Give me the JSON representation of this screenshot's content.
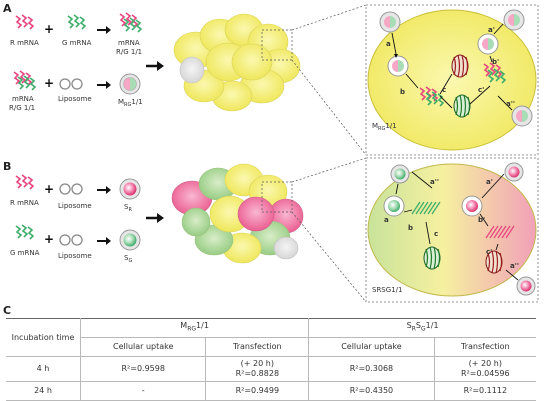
{
  "panels": {
    "A": {
      "letter": "A",
      "r_mrna": "R mRNA",
      "g_mrna": "G mRNA",
      "mix_line1": "mRNA",
      "mix_line2": "R/G 1/1",
      "mrna2_line1": "mRNA",
      "mrna2_line2": "R/G 1/1",
      "liposome": "Liposome",
      "product_main": "M",
      "product_sub": "RG",
      "product_tail": "1/1",
      "cell_main": "M",
      "cell_sub": "RG",
      "cell_tail": "1/1",
      "step_labels": [
        "a",
        "a'",
        "b",
        "b'",
        "a''",
        "c",
        "c'"
      ]
    },
    "B": {
      "letter": "B",
      "r_mrna": "R mRNA",
      "g_mrna": "G mRNA",
      "liposome_1": "Liposome",
      "liposome_2": "Liposome",
      "sr_main": "S",
      "sr_sub": "R",
      "sg_main": "S",
      "sg_sub": "G",
      "cell_label": "SRSG1/1",
      "step_labels": [
        "a",
        "a''",
        "a'",
        "b",
        "b'",
        "c",
        "c'",
        "a''"
      ]
    },
    "C": {
      "letter": "C"
    }
  },
  "colors": {
    "red_mrna": "#e8457f",
    "green_mrna": "#3fae6b",
    "cell_yellow": "#f3ee72",
    "cell_pink": "#f06ea6",
    "protein_red": "#9b1d1d",
    "protein_green": "#1f7a2a"
  },
  "table": {
    "header_col": "Incubation time",
    "group1_main": "M",
    "group1_sub": "RG",
    "group1_tail": "1/1",
    "group2_main": "S",
    "group2_sub_r": "R",
    "group2_mid": "S",
    "group2_sub_g": "G",
    "group2_tail": "1/1",
    "sub_headers": [
      "Cellular uptake",
      "Transfection",
      "Cellular uptake",
      "Transfection"
    ],
    "rows": [
      {
        "time": "4 h",
        "m_uptake": "R²=0.9598",
        "m_transf_note": "(+ 20 h)",
        "m_transf": "R²=0.8828",
        "s_uptake": "R²=0.3068",
        "s_transf_note": "(+ 20 h)",
        "s_transf": "R²=0.04596"
      },
      {
        "time": "24 h",
        "m_uptake": "-",
        "m_transf": "R²=0.9499",
        "s_uptake": "R²=0.4350",
        "s_transf": "R²=0.1112"
      }
    ]
  }
}
